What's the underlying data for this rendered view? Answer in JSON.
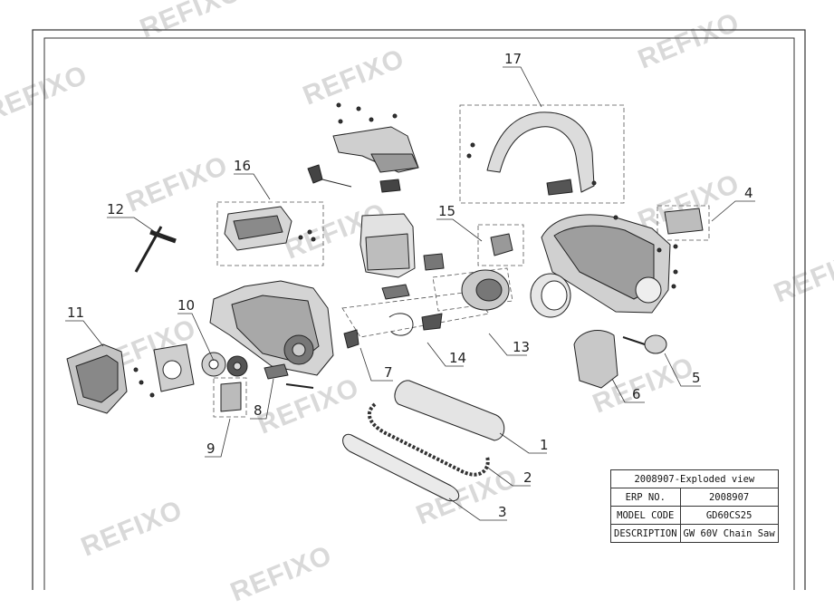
{
  "watermark": "REFIXO",
  "callouts": [
    "1",
    "2",
    "3",
    "4",
    "5",
    "6",
    "7",
    "8",
    "9",
    "10",
    "11",
    "12",
    "13",
    "14",
    "15",
    "16",
    "17"
  ],
  "title_block": {
    "title": "2008907-Exploded view",
    "rows": [
      {
        "label": "ERP NO.",
        "value": "2008907"
      },
      {
        "label": "MODEL CODE",
        "value": "GD60CS25"
      },
      {
        "label": "DESCRIPTION",
        "value": "GW 60V Chain Saw"
      }
    ]
  }
}
